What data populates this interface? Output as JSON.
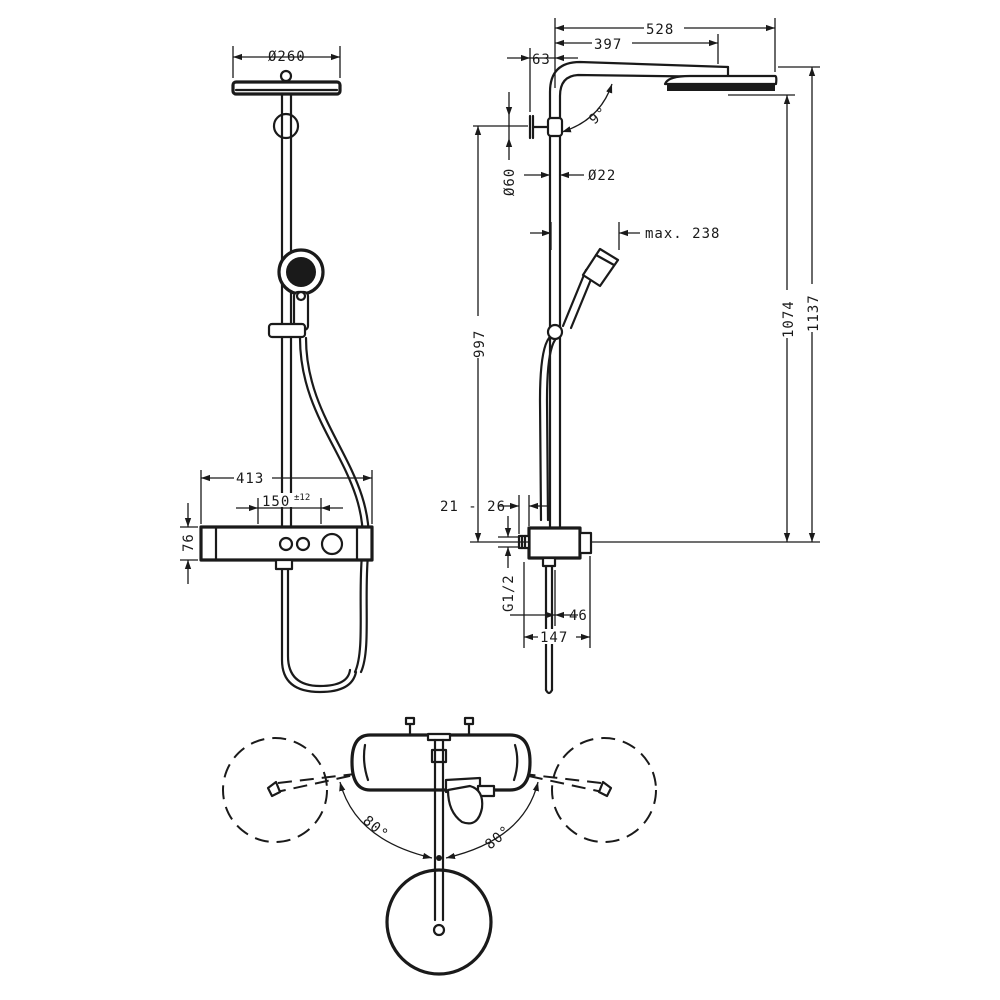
{
  "front_view": {
    "dim_head_diameter": "Ø260",
    "dim_width": "413",
    "dim_spacing": "150",
    "dim_spacing_tolerance": "±12",
    "dim_height": "76"
  },
  "side_view": {
    "dim_overall_reach": "528",
    "dim_arm_reach": "397",
    "dim_offset": "63",
    "dim_angle": "9°",
    "dim_bracket_diameter": "Ø60",
    "dim_pipe_diameter": "Ø22",
    "dim_handshower": "max. 238",
    "dim_height_997": "997",
    "dim_height_1074": "1074",
    "dim_height_1137": "1137",
    "dim_wall_range": "21 - 26",
    "dim_thread": "G1/2",
    "dim_depth_46": "46",
    "dim_depth_147": "147"
  },
  "top_view": {
    "dim_angle_left": "80°",
    "dim_angle_right": "80°"
  }
}
